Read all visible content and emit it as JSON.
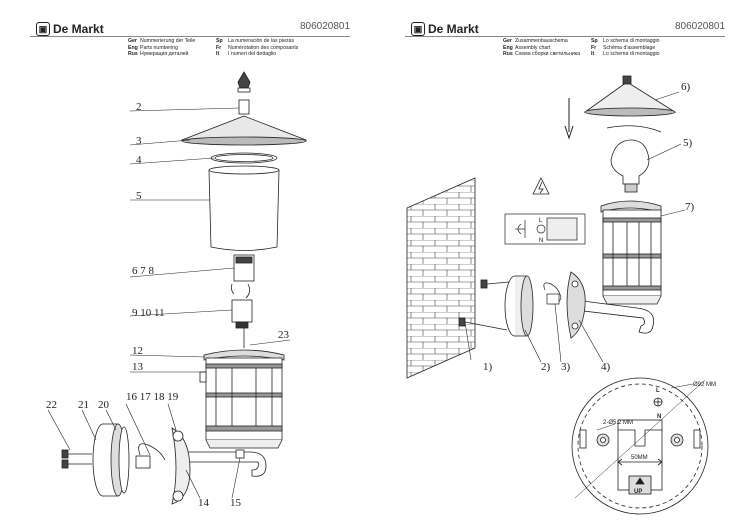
{
  "brand": "De Markt",
  "sku": "806020801",
  "left_sheet": {
    "header_col1": [
      {
        "code": "Ger",
        "text": "Nummerierung der Teile"
      },
      {
        "code": "Eng",
        "text": "Parts numbering"
      },
      {
        "code": "Rus",
        "text": "Нумерация деталей"
      }
    ],
    "header_col2": [
      {
        "code": "Sp",
        "text": "La numeración de las piezas"
      },
      {
        "code": "Fr",
        "text": "Numérotation des composants"
      },
      {
        "code": "It",
        "text": "I numeri del dettaglio"
      }
    ],
    "part_labels": {
      "p2": "2",
      "p3": "3",
      "p4": "4",
      "p5": "5",
      "p678": "6 7 8",
      "p91011": "9 10 11",
      "p12": "12",
      "p13": "13",
      "p23": "23",
      "p22": "22",
      "p21": "21",
      "p20": "20",
      "p16_19": "16 17 18 19",
      "p14": "14",
      "p15": "15"
    }
  },
  "right_sheet": {
    "header_col1": [
      {
        "code": "Ger",
        "text": "Zusammenbauschema"
      },
      {
        "code": "Eng",
        "text": "Assembly chart"
      },
      {
        "code": "Rus",
        "text": "Схема сборки светильника"
      }
    ],
    "header_col2": [
      {
        "code": "Sp",
        "text": "Lo schema di montaggio"
      },
      {
        "code": "Fr",
        "text": "Schéma d'assemblage"
      },
      {
        "code": "It",
        "text": "Lo schema di montaggio"
      }
    ],
    "step_labels": {
      "s1": "1)",
      "s2": "2)",
      "s3": "3)",
      "s4": "4)",
      "s5": "5)",
      "s6": "6)",
      "s7": "7)"
    },
    "terminal_labels": {
      "L": "L",
      "N": "N"
    },
    "detail": {
      "diameter": "Ø92 MM",
      "holes": "2-Ø5.2 MM",
      "spacing": "50MM",
      "up": "UP",
      "L": "L",
      "N": "N"
    }
  }
}
